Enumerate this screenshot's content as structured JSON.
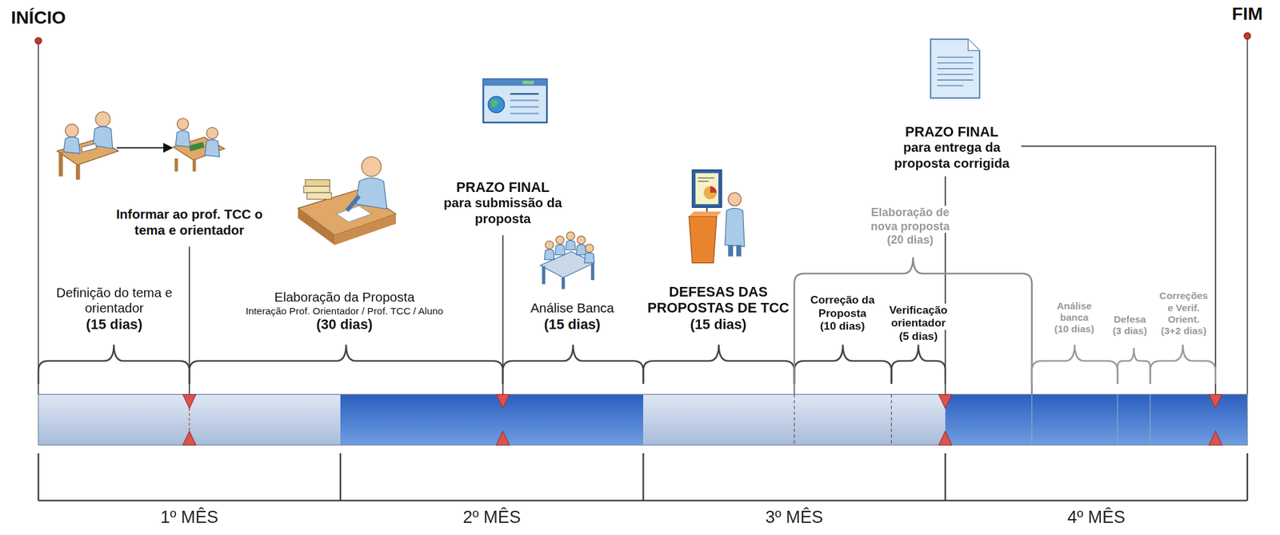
{
  "diagram": {
    "nodes": [
      {
        "text": [
          "1º MÊS"
        ]
      },
      {
        "text": [
          "2º MÊS"
        ]
      },
      {
        "text": [
          "3º MÊS"
        ]
      },
      {
        "text": [
          "4º MÊS"
        ]
      }
    ],
    "labels": [
      "INÍCIO",
      "FIM",
      "Informar ao prof. TCC o tema e orientador",
      "PRAZO FINAL",
      "para submissão da proposta",
      "PRAZO FINAL",
      "para entrega da proposta corrigida",
      "Elaboração de nova proposta",
      "(20 dias)",
      "Definição do tema e orientador",
      "(15 dias)",
      "Elaboração da Proposta",
      "Interação Prof. Orientador / Prof. TCC / Aluno",
      "(30 dias)",
      "Análise Banca",
      "(15 dias)",
      "DEFESAS DAS PROPOSTAS DE TCC",
      "(15 dias)",
      "Correção da Proposta",
      "(10 dias)",
      "Verificação orientador",
      "(5 dias)",
      "Análise banca",
      "(10 dias)",
      "Defesa",
      "(3 dias)",
      "Correções e Verif. Orient.",
      "(3+2 dias)"
    ]
  }
}
